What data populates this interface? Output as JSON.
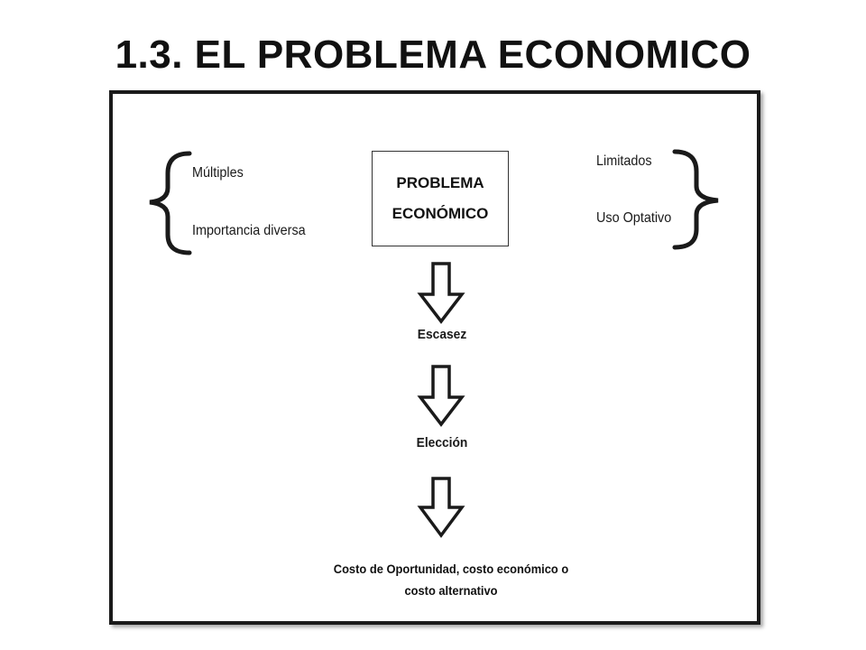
{
  "title": "1.3. EL PROBLEMA ECONOMICO",
  "center": {
    "line1": "PROBLEMA",
    "line2": "ECONÓMICO"
  },
  "left_group": {
    "items": [
      "Múltiples",
      "Importancia diversa"
    ]
  },
  "right_group": {
    "items": [
      "Limitados",
      "Uso Optativo"
    ]
  },
  "flow": {
    "steps": [
      "Escasez",
      "Elección"
    ],
    "final": {
      "line1": "Costo de Oportunidad, costo económico o",
      "line2": "costo alternativo"
    }
  },
  "colors": {
    "stroke": "#1a1a1a",
    "background": "#ffffff"
  }
}
